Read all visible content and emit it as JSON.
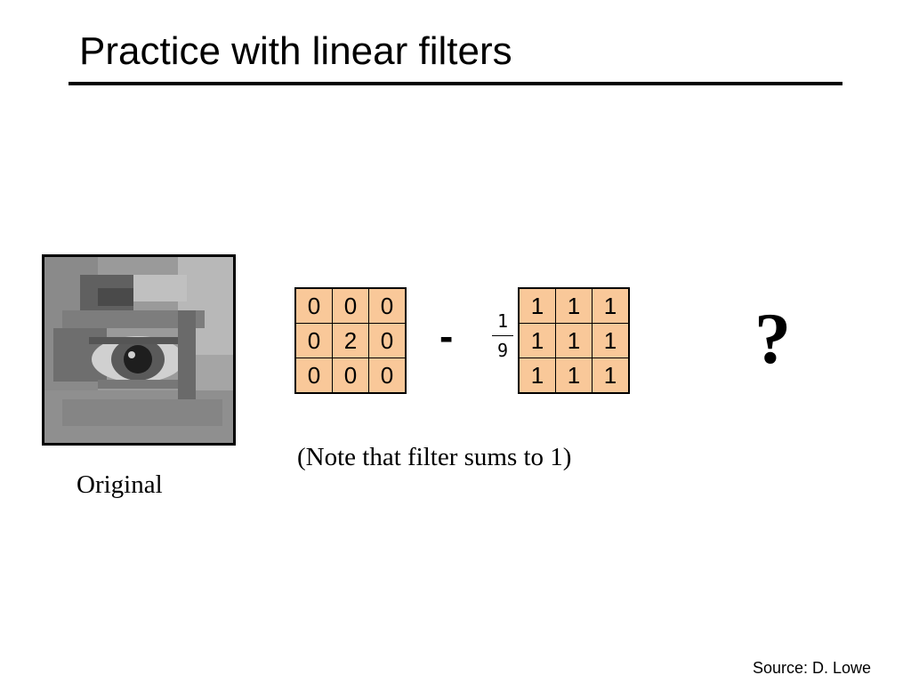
{
  "slide": {
    "title": "Practice with linear filters",
    "original_caption": "Original",
    "operator": "-",
    "fraction": {
      "numerator": "1",
      "denominator": "9"
    },
    "result": "?",
    "note": "(Note that filter sums to 1)",
    "source": "Source: D. Lowe"
  },
  "kernels": {
    "left": [
      [
        "0",
        "0",
        "0"
      ],
      [
        "0",
        "2",
        "0"
      ],
      [
        "0",
        "0",
        "0"
      ]
    ],
    "right": [
      [
        "1",
        "1",
        "1"
      ],
      [
        "1",
        "1",
        "1"
      ],
      [
        "1",
        "1",
        "1"
      ]
    ]
  },
  "colors": {
    "kernel_fill": "#f9c899",
    "text": "#000000",
    "background": "#ffffff"
  }
}
